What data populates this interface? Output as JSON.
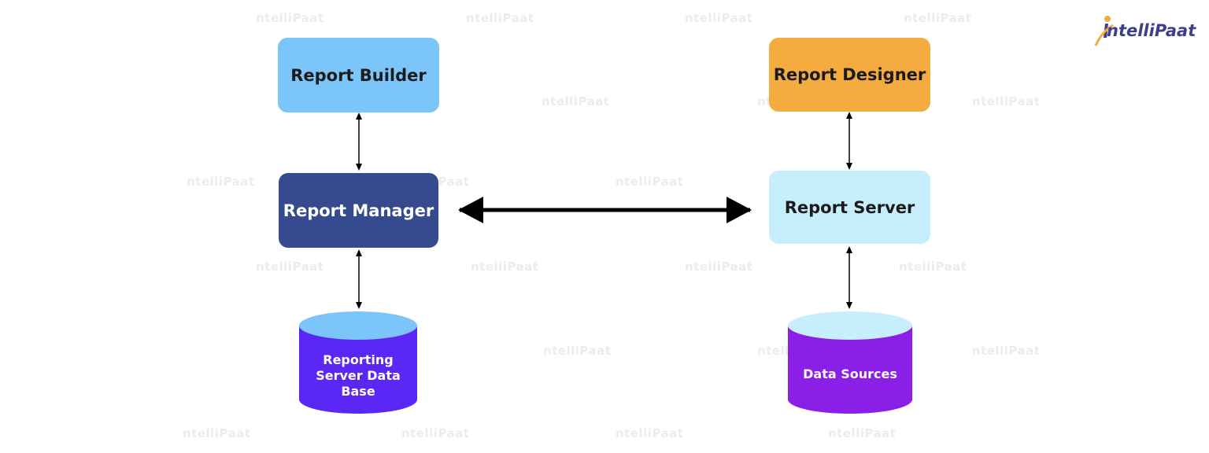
{
  "nodes": {
    "report_builder": "Report Builder",
    "report_manager": "Report Manager",
    "report_designer": "Report Designer",
    "report_server": "Report Server"
  },
  "databases": {
    "reporting_db": [
      "Reporting",
      "Server Data",
      "Base"
    ],
    "data_sources": "Data Sources"
  },
  "brand": {
    "logo_text": "ntelliPaat",
    "watermark_text": "ntelliPaat"
  },
  "colors": {
    "report_builder": "#7cc5fb",
    "report_manager": "#364a8f",
    "report_designer": "#f4ac40",
    "report_server": "#c7eefc",
    "reporting_db_top": "#7cc5fb",
    "reporting_db_body": "#5b27f5",
    "data_sources_top": "#c7eefc",
    "data_sources_body": "#8a1fe8",
    "arrow": "#000000",
    "logo": "#3b3f8c",
    "logo_accent": "#f4ac40"
  }
}
